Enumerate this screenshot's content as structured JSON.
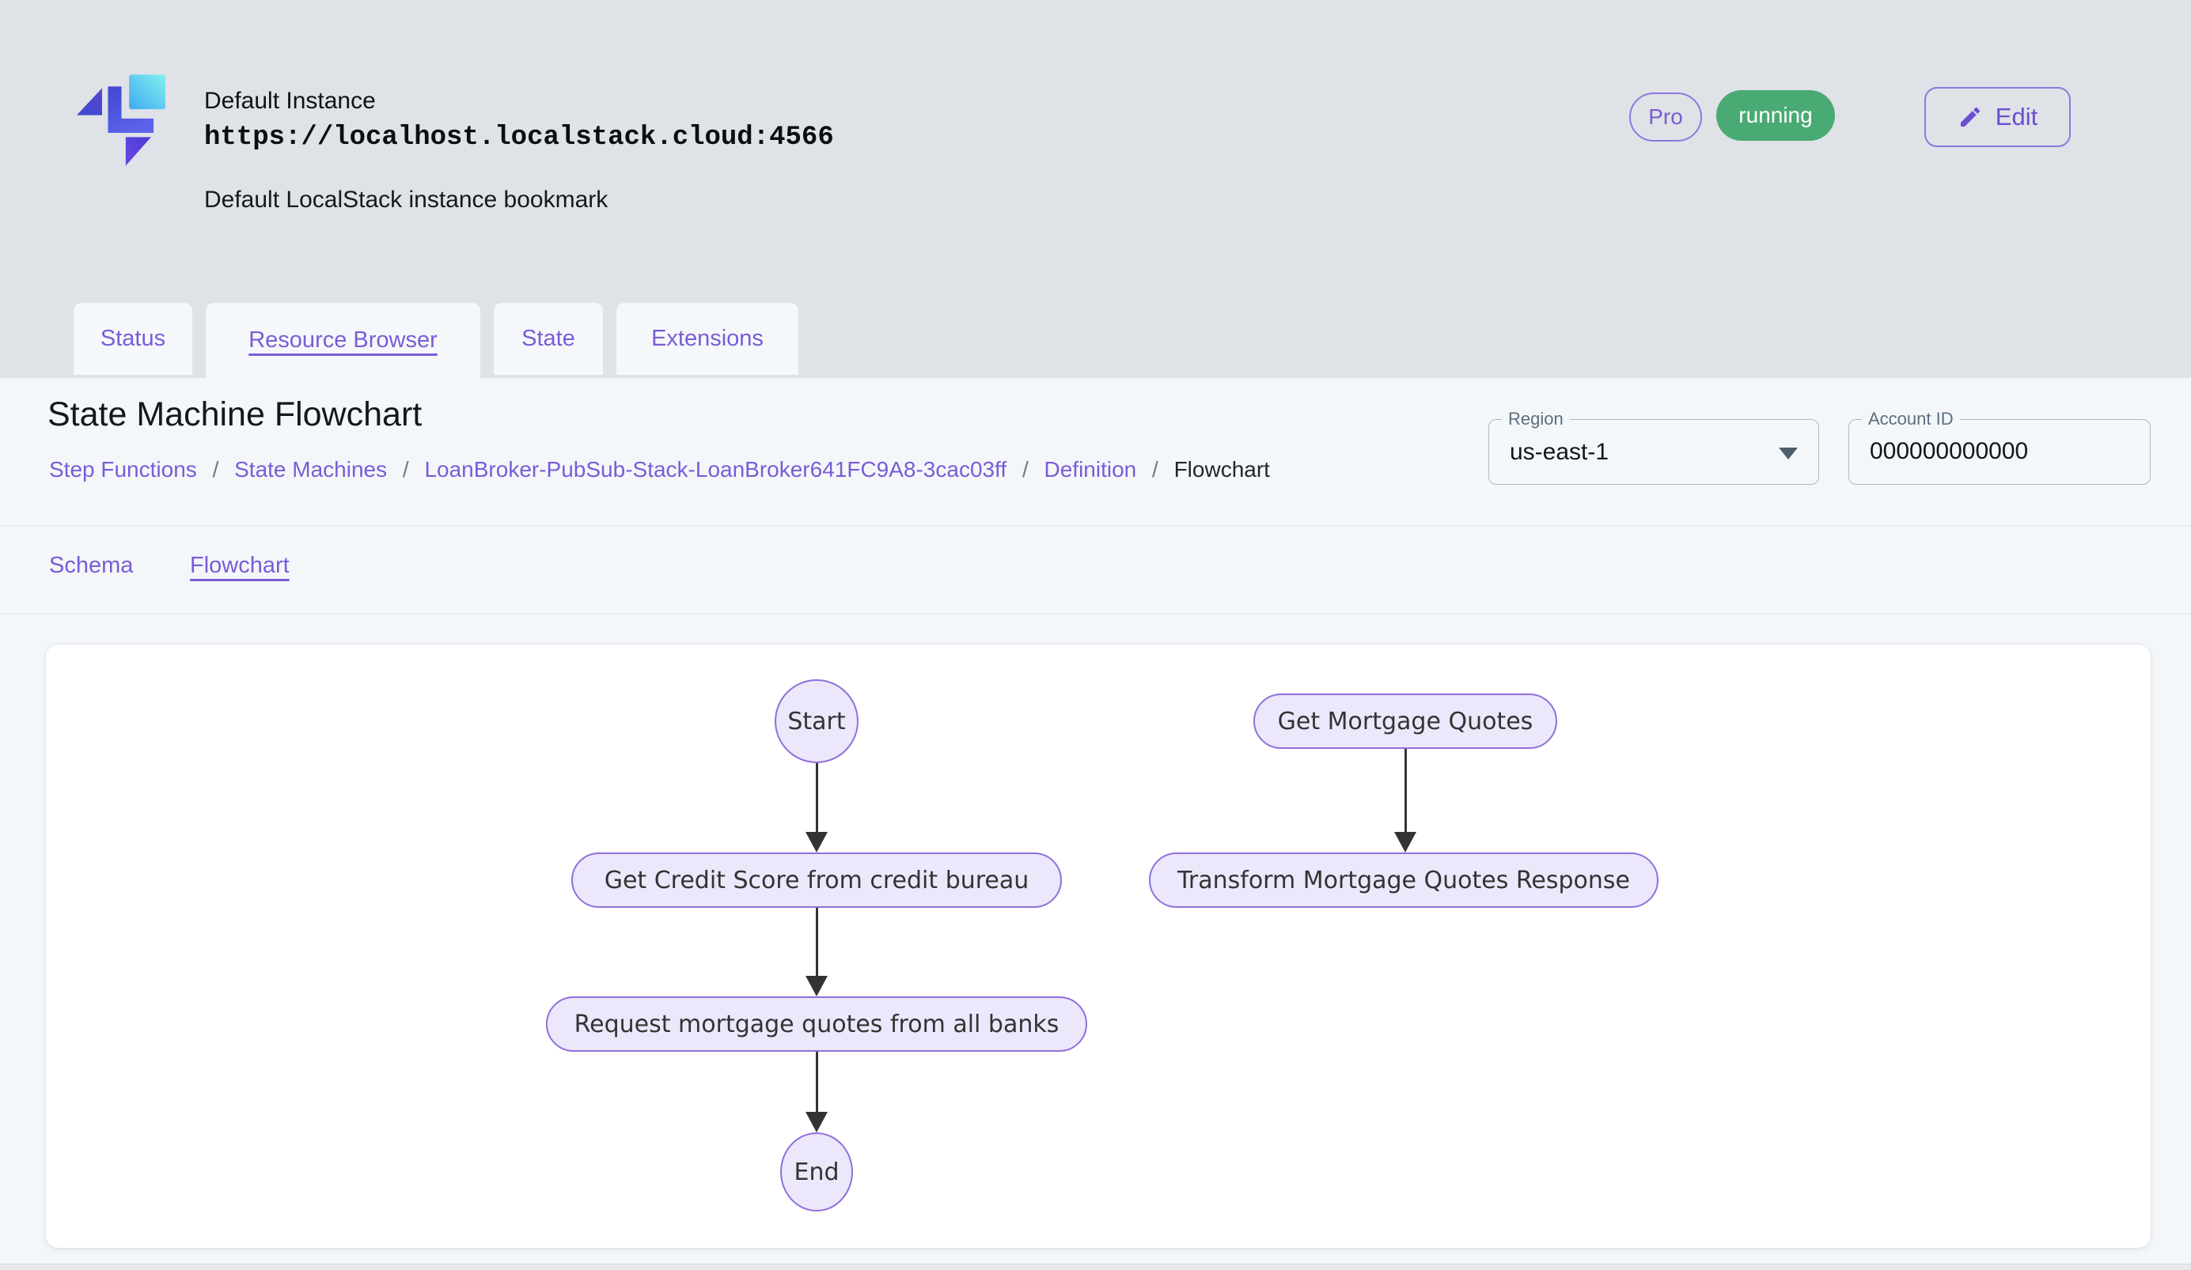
{
  "colors": {
    "accent": "#7a5cd6",
    "accent_dark": "#6b4fd0",
    "green": "#4aaa73",
    "node_fill": "#ece7fb",
    "node_border": "#9070da",
    "arrow": "#333333"
  },
  "header": {
    "instance_name": "Default Instance",
    "instance_url": "https://localhost.localstack.cloud:4566",
    "instance_description": "Default LocalStack instance bookmark",
    "pro_badge": "Pro",
    "status_badge": "running",
    "edit_button": "Edit"
  },
  "tabs": [
    {
      "label": "Status",
      "active": false
    },
    {
      "label": "Resource Browser",
      "active": true
    },
    {
      "label": "State",
      "active": false
    },
    {
      "label": "Extensions",
      "active": false
    }
  ],
  "page": {
    "title": "State Machine Flowchart",
    "breadcrumb": {
      "items": [
        "Step Functions",
        "State Machines",
        "LoanBroker-PubSub-Stack-LoanBroker641FC9A8-3cac03ff",
        "Definition",
        "Flowchart"
      ],
      "separator": "/"
    }
  },
  "filters": {
    "region": {
      "label": "Region",
      "value": "us-east-1"
    },
    "account_id": {
      "label": "Account ID",
      "value": "000000000000"
    }
  },
  "subtabs": [
    {
      "label": "Schema",
      "active": false
    },
    {
      "label": "Flowchart",
      "active": true
    }
  ],
  "flowchart": {
    "nodes": [
      {
        "id": "start",
        "label": "Start",
        "shape": "ellipse"
      },
      {
        "id": "get-credit-score",
        "label": "Get Credit Score from credit bureau",
        "shape": "stadium"
      },
      {
        "id": "request-quotes",
        "label": "Request mortgage quotes from all banks",
        "shape": "stadium"
      },
      {
        "id": "end",
        "label": "End",
        "shape": "ellipse"
      },
      {
        "id": "get-mortgage-quotes",
        "label": "Get Mortgage Quotes",
        "shape": "stadium"
      },
      {
        "id": "transform-response",
        "label": "Transform Mortgage Quotes Response",
        "shape": "stadium"
      }
    ],
    "edges": [
      {
        "from": "start",
        "to": "get-credit-score"
      },
      {
        "from": "get-credit-score",
        "to": "request-quotes"
      },
      {
        "from": "request-quotes",
        "to": "end"
      },
      {
        "from": "get-mortgage-quotes",
        "to": "transform-response"
      }
    ]
  }
}
